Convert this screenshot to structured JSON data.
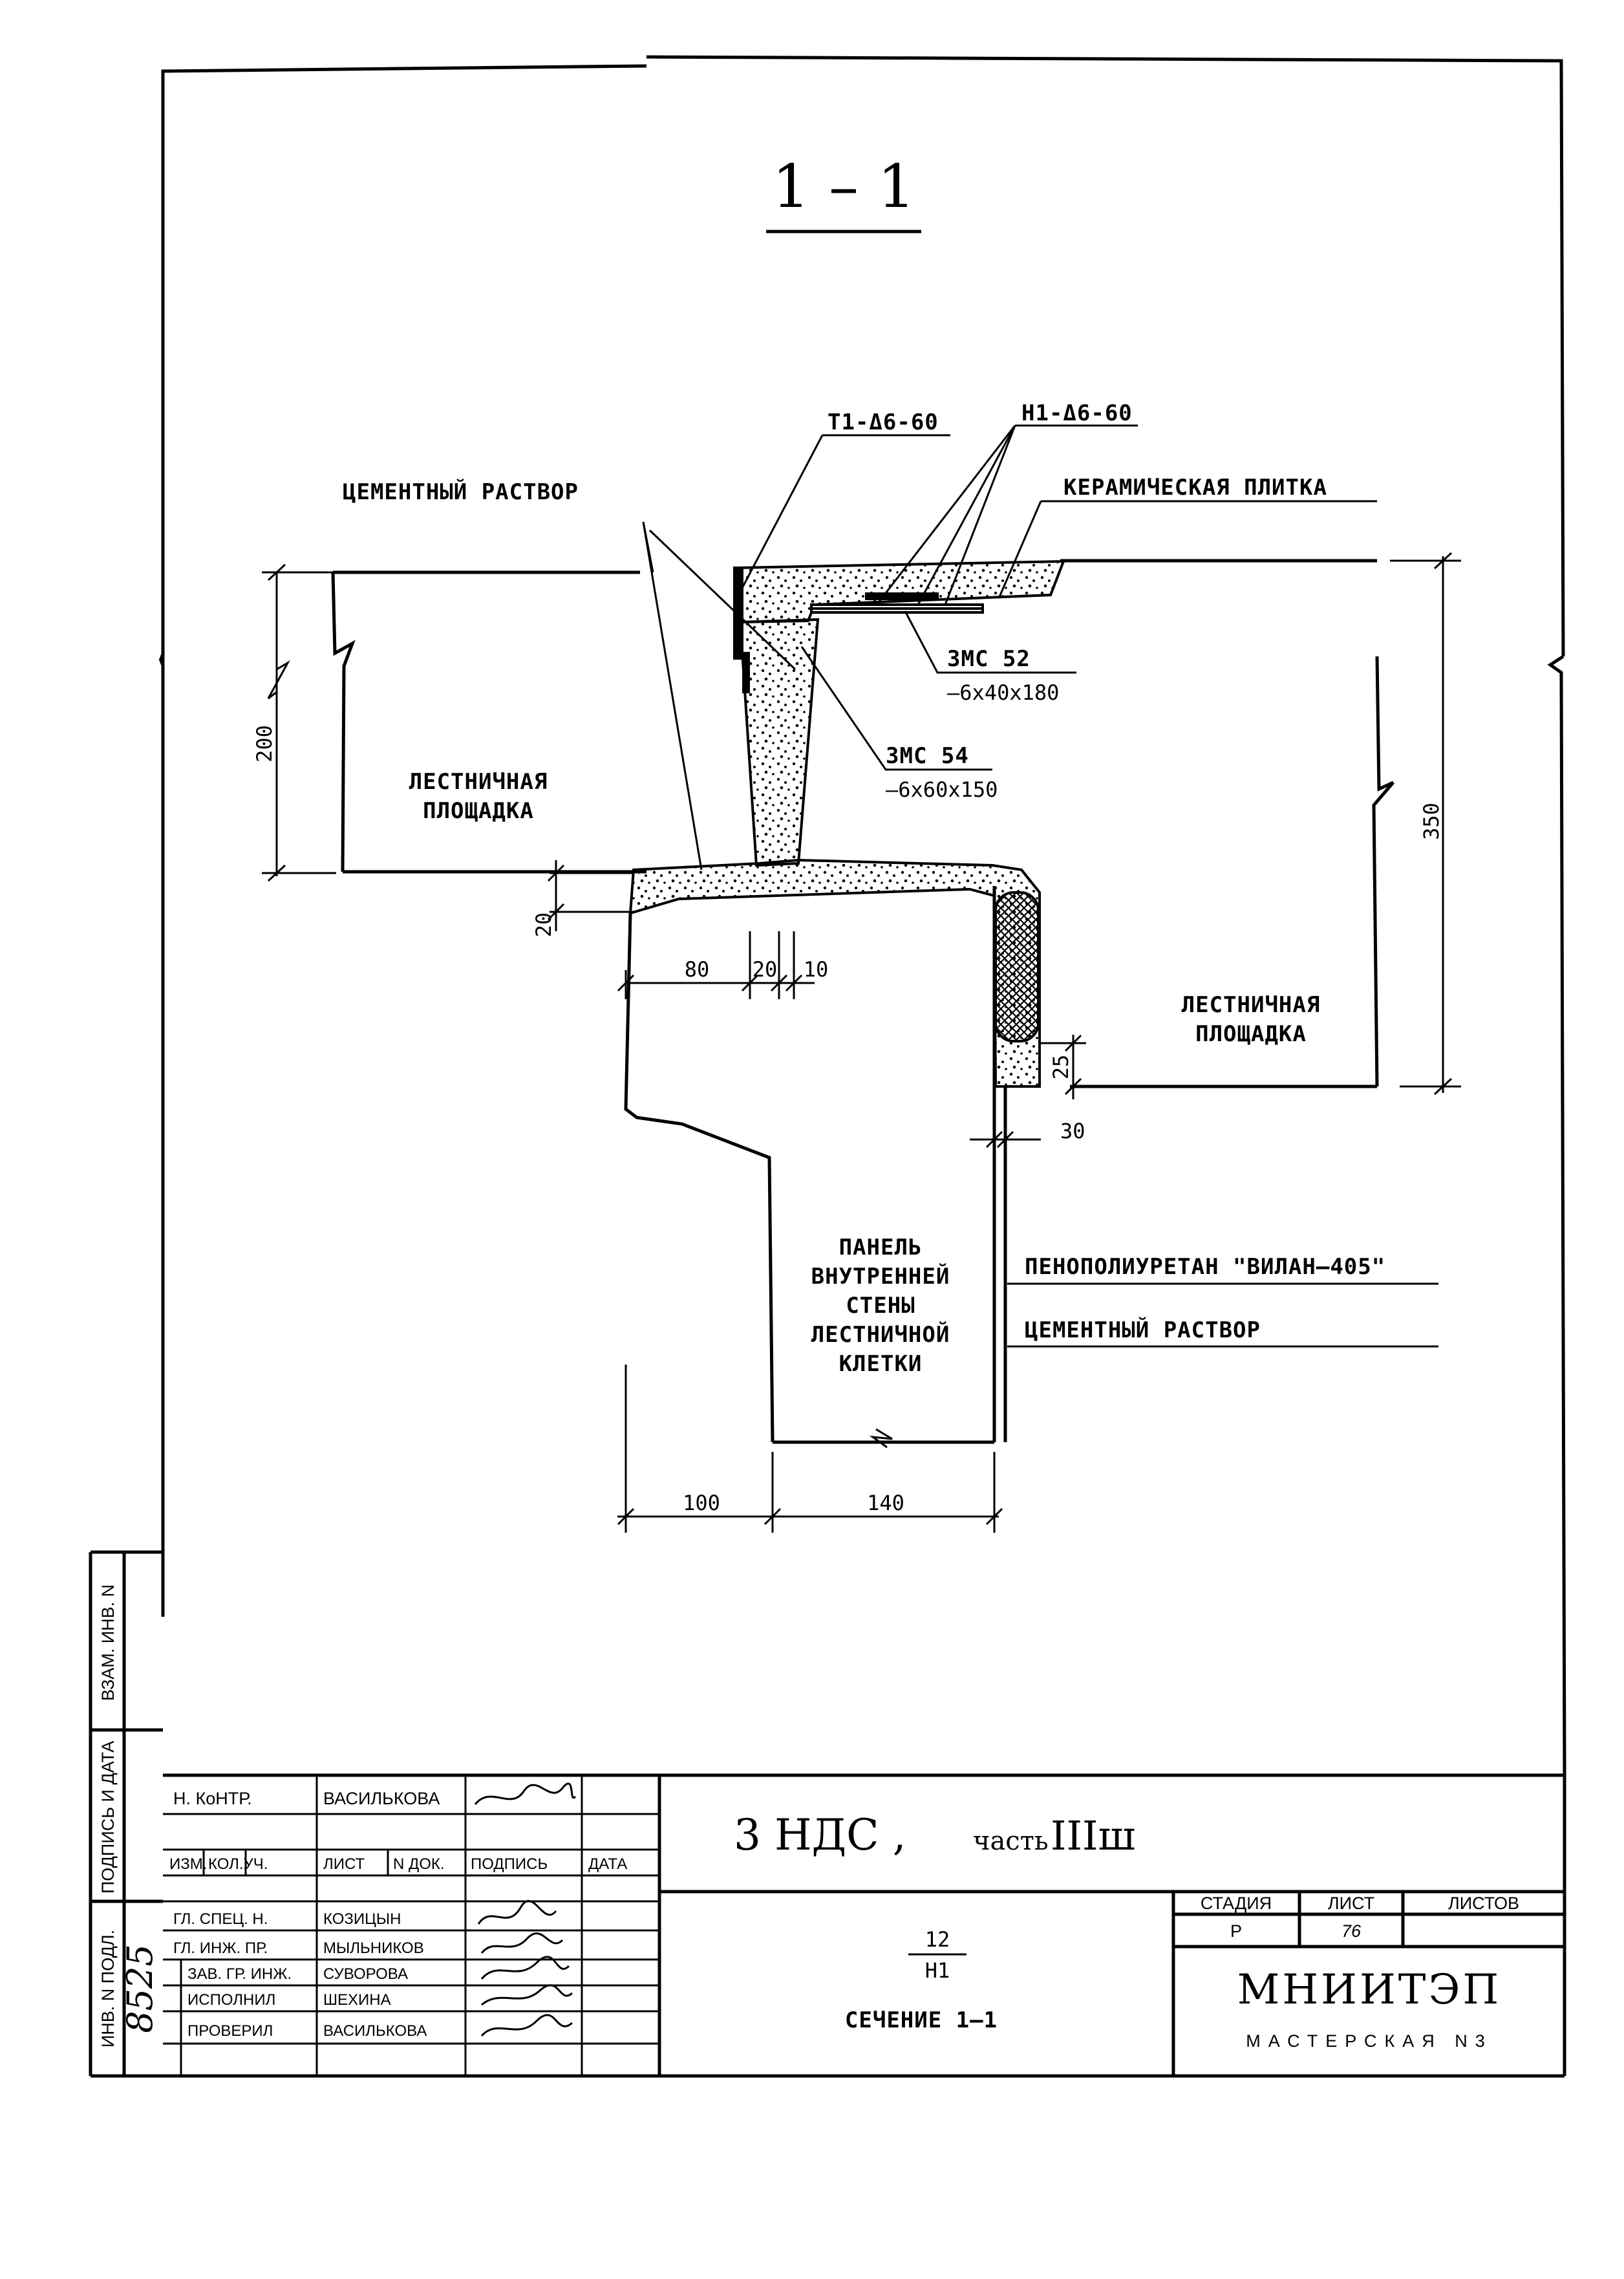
{
  "section_title": "1 – 1",
  "callouts": {
    "t1": "Т1-Δ6-60",
    "n1": "Н1-Δ6-60",
    "cement_top": "ЦЕМЕНТНЫЙ РАСТВОР",
    "ceramic": "КЕРАМИЧЕСКАЯ ПЛИТКА",
    "zms52": "ЗМС 52",
    "zms52_size": "–6х40х180",
    "zms54": "ЗМС 54",
    "zms54_size": "–6х60х150",
    "landing_left_1": "ЛЕСТНИЧНАЯ",
    "landing_left_2": "ПЛОЩАДКА",
    "landing_right_1": "ЛЕСТНИЧНАЯ",
    "landing_right_2": "ПЛОЩАДКА",
    "panel_1": "ПАНЕЛЬ",
    "panel_2": "ВНУТРЕННЕЙ",
    "panel_3": "СТЕНЫ",
    "panel_4": "ЛЕСТНИЧНОЙ",
    "panel_5": "КЛЕТКИ",
    "foam": "ПЕНОПОЛИУРЕТАН \"ВИЛАН–405\"",
    "cement_bottom": "ЦЕМЕНТНЫЙ РАСТВОР"
  },
  "dimensions": {
    "d200": "200",
    "d350": "350",
    "d20_left": "20",
    "d80": "80",
    "d20": "20",
    "d10": "10",
    "d25": "25",
    "d30": "30",
    "d100": "100",
    "d140": "140"
  },
  "title_block": {
    "n_kontr_role": "Н. КоНТР.",
    "n_kontr_name": "ВАСИЛЬКОВА",
    "hdr_izm": "ИЗМ.",
    "hdr_koluch": "КОЛ.УЧ.",
    "hdr_list": "ЛИСТ",
    "hdr_ndok": "N ДОК.",
    "hdr_podpis": "ПОДПИСЬ",
    "hdr_data": "ДАТА",
    "gl_spec_role": "ГЛ. СПЕЦ. Н.",
    "gl_spec_name": "КОЗИЦЫН",
    "gl_inzh_role": "ГЛ. ИНЖ. ПР.",
    "gl_inzh_name": "МЫЛЬНИКОВ",
    "zav_gr_role": "ЗАВ. ГР. ИНЖ.",
    "zav_gr_name": "СУВОРОВА",
    "ispolnil_role": "ИСПОЛНИЛ",
    "ispolnil_name": "ШЕХИНА",
    "proveril_role": "ПРОВЕРИЛ",
    "proveril_name": "ВАСИЛЬКОВА",
    "project_main": "3 НДС ,",
    "project_part": "часть",
    "project_part_num": "IIIш",
    "sheet_num_top": "12",
    "sheet_num_bottom": "Н1",
    "sheet_name": "СЕЧЕНИЕ 1–1",
    "stadia_label": "СТАДИЯ",
    "list_label": "ЛИСТ",
    "listov_label": "ЛИСТОВ",
    "stadia_value": "Р",
    "list_value": "76",
    "org_name": "МНИИТЭП",
    "org_workshop": "МАСТЕРСКАЯ N3"
  },
  "margin_block": {
    "vzam_inv": "ВЗАМ. ИНВ. N",
    "podpis_data": "ПОДПИСЬ И ДАТА",
    "inv_podl": "ИНВ. N ПОДЛ.",
    "inv_number": "8525"
  }
}
